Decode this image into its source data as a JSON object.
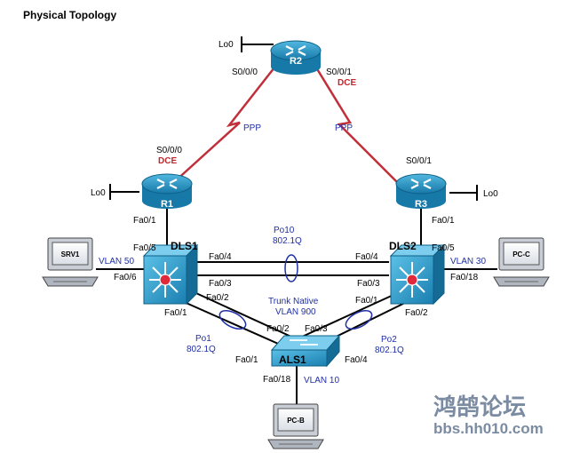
{
  "title": "Physical Topology",
  "devices": {
    "r1": "R1",
    "r2": "R2",
    "r3": "R3",
    "dls1": "DLS1",
    "dls2": "DLS2",
    "als1": "ALS1",
    "srv1": "SRV1",
    "pcb": "PC-B",
    "pcc": "PC-C"
  },
  "loopbacks": {
    "r1": "Lo0",
    "r2": "Lo0",
    "r3": "Lo0"
  },
  "serial": {
    "r2_left": "S0/0/0",
    "r2_right": "S0/0/1",
    "r2_right_dce": "DCE",
    "r1_serial": "S0/0/0",
    "r1_dce": "DCE",
    "r3_serial": "S0/0/1"
  },
  "wan": {
    "left": "PPP",
    "right": "PPP"
  },
  "ports": {
    "r1_fa": "Fa0/1",
    "dls1_up": "Fa0/5",
    "dls1_srv": "Fa0/6",
    "dls1_fa04": "Fa0/4",
    "dls1_fa03": "Fa0/3",
    "dls1_fa02": "Fa0/2",
    "dls1_fa01": "Fa0/1",
    "r3_fa": "Fa0/1",
    "dls2_up": "Fa0/5",
    "dls2_fa04": "Fa0/4",
    "dls2_fa03": "Fa0/3",
    "dls2_fa01": "Fa0/1",
    "dls2_fa02": "Fa0/2",
    "dls2_pc": "Fa0/18",
    "als1_fa02": "Fa0/2",
    "als1_fa03": "Fa0/3",
    "als1_fa01": "Fa0/1",
    "als1_fa04": "Fa0/4",
    "als1_pc": "Fa0/18"
  },
  "vlans": {
    "srv1": "VLAN 50",
    "pcc": "VLAN 30",
    "pcb": "VLAN 10"
  },
  "channels": {
    "po10": "Po10",
    "po10_enc": "802.1Q",
    "po1": "Po1",
    "po1_enc": "802.1Q",
    "po2": "Po2",
    "po2_enc": "802.1Q",
    "trunk1": "Trunk Native",
    "trunk2": "VLAN 900"
  },
  "watermark": {
    "cn": "鸿鹄论坛",
    "url": "bbs.hh010.com"
  },
  "colors": {
    "serial_link": "#c12f3a",
    "label_blue": "#1f2fa6",
    "dce_red": "#c0272d",
    "device_blue": "#1e93c4",
    "watermark": "#5a6f8c"
  }
}
